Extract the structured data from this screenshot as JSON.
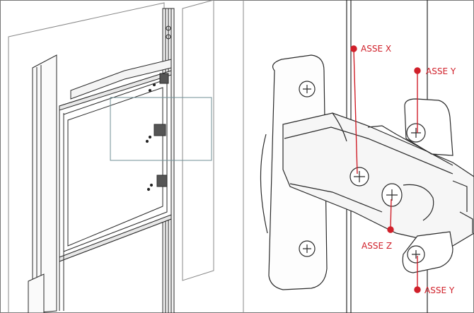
{
  "callouts": {
    "axis_x": "ASSE X",
    "axis_y_top": "ASSE Y",
    "axis_z": "ASSE Z",
    "axis_y_bottom": "ASSE Y"
  },
  "colors": {
    "line": "#2a2a2a",
    "callout": "#d0202a",
    "detail_box": "#6f8f96",
    "background": "#ffffff"
  }
}
